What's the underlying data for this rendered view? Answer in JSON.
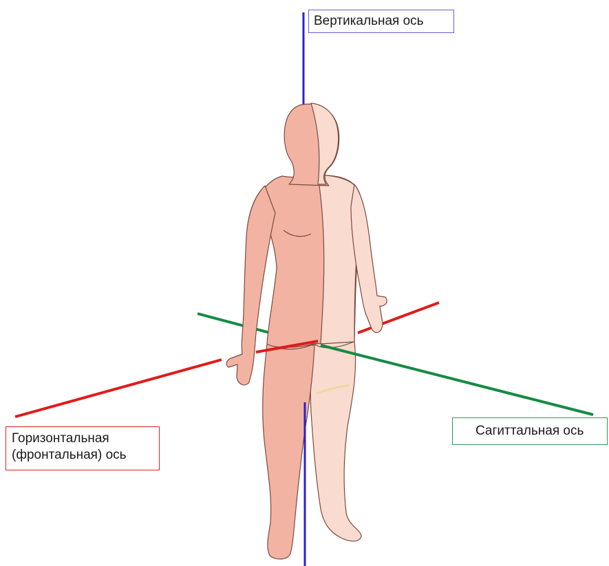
{
  "labels": {
    "vertical": "Вертикальная ось",
    "horizontal_line1": "Горизонтальная",
    "horizontal_line2": "(фронтальная) ось",
    "sagittal": "Сагиттальная ось"
  },
  "colors": {
    "vertical_axis": "#2b1fd0",
    "horizontal_axis": "#e01b1b",
    "sagittal_axis": "#178a44",
    "body_front": "#f3b3a3",
    "body_back": "#fadbd0",
    "outline": "#7a4a3e"
  }
}
